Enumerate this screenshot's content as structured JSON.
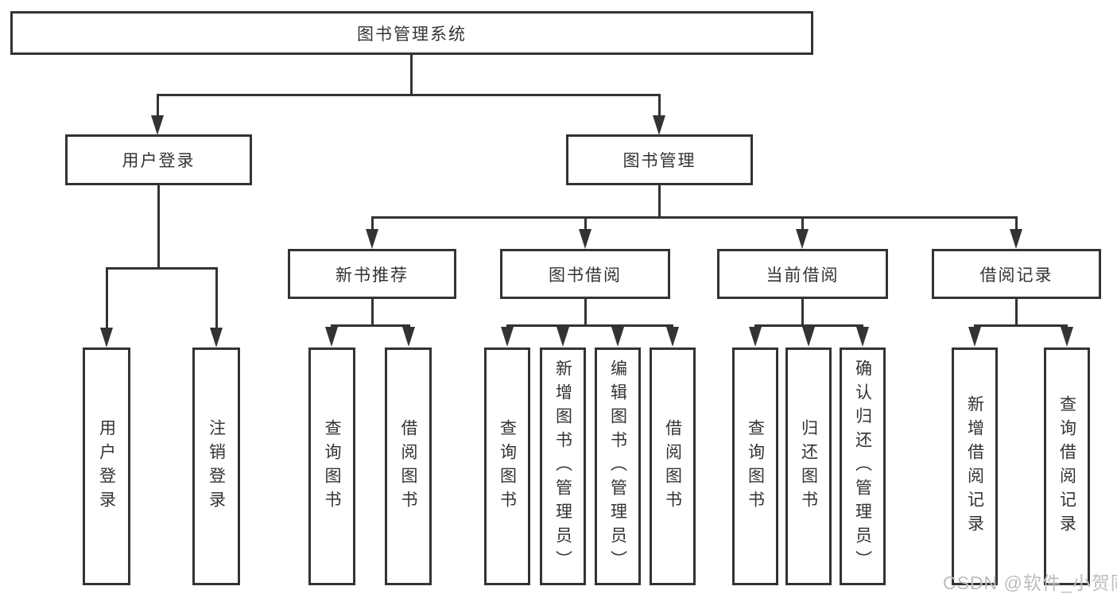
{
  "diagram": {
    "root": {
      "label": "图书管理系统"
    },
    "level2": [
      {
        "label": "用户登录"
      },
      {
        "label": "图书管理"
      }
    ],
    "level3": [
      {
        "label": "新书推荐"
      },
      {
        "label": "图书借阅"
      },
      {
        "label": "当前借阅"
      },
      {
        "label": "借阅记录"
      }
    ],
    "leaves": {
      "user_login": [
        "用户登录",
        "注销登录"
      ],
      "new_books": [
        "查询图书",
        "借阅图书"
      ],
      "book_borrow": [
        "查询图书",
        "新增图书（管理员）",
        "编辑图书（管理员）",
        "借阅图书"
      ],
      "current_borrow": [
        "查询图书",
        "归还图书",
        "确认归还（管理员）"
      ],
      "borrow_records": [
        "新增借阅记录",
        "查询借阅记录"
      ]
    }
  },
  "watermark": {
    "text": "CSDN @软件_小贺同学"
  },
  "colors": {
    "line": "#333333",
    "text": "#333333",
    "watermark": "#bdbdbd",
    "background": "#ffffff"
  }
}
